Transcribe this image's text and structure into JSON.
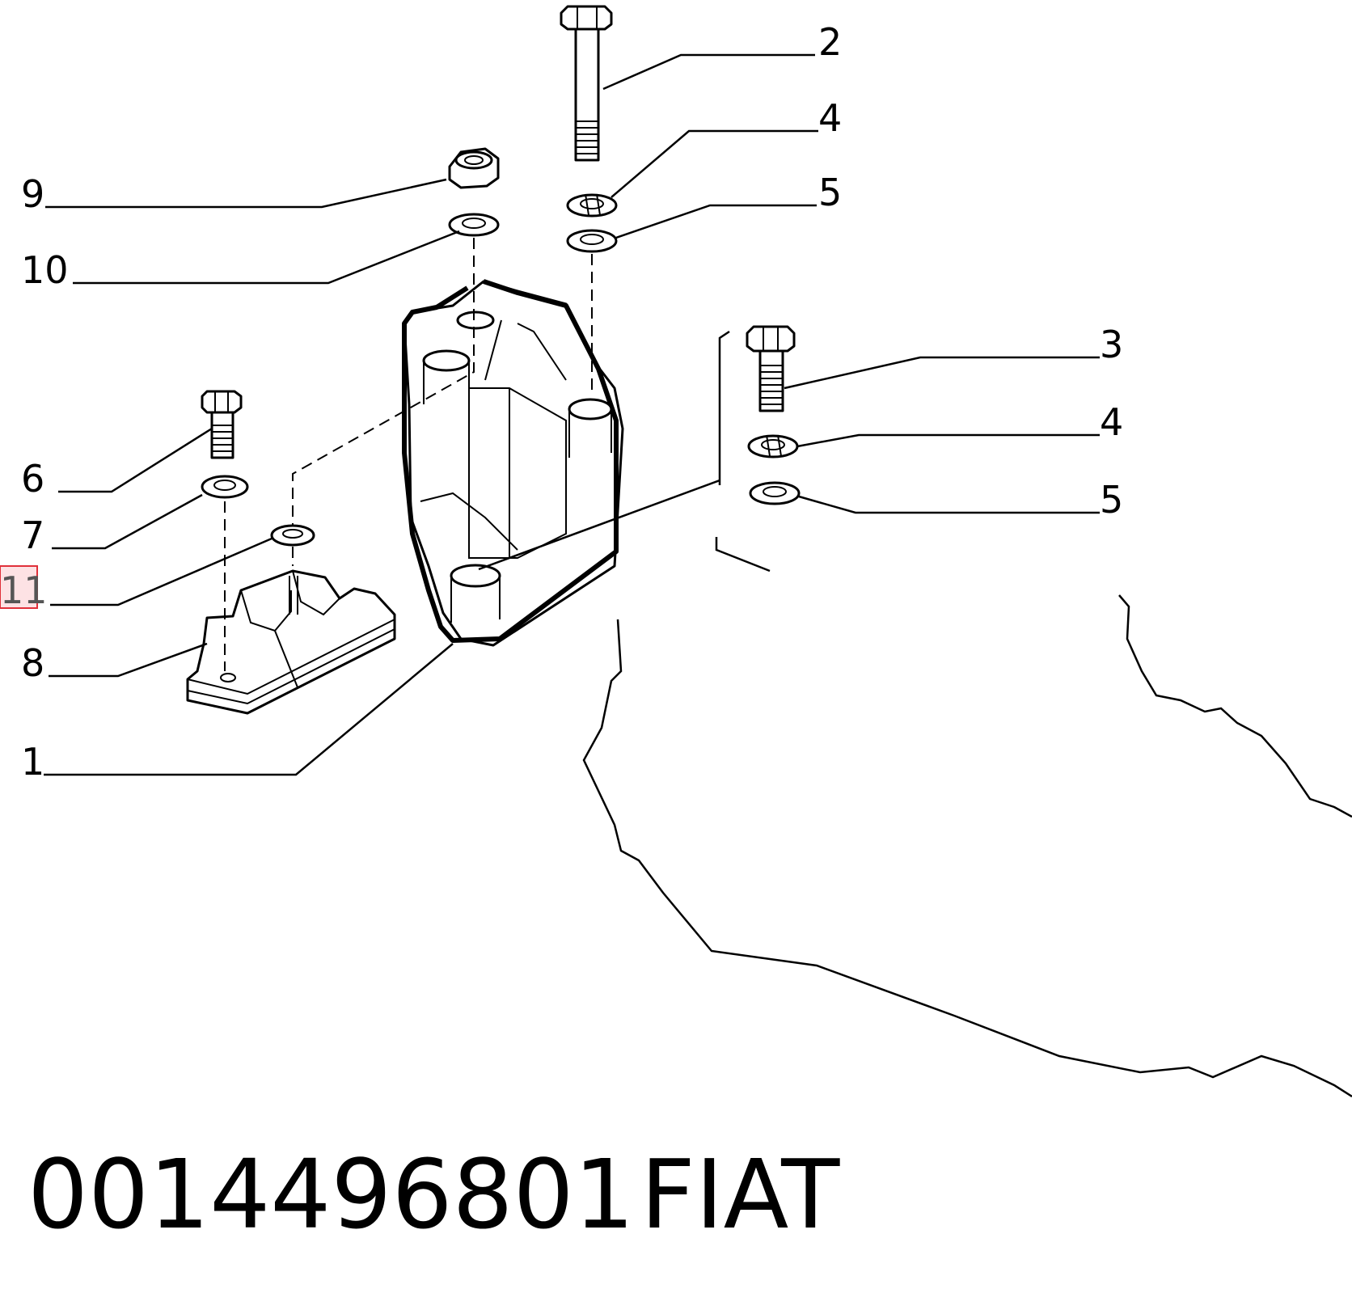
{
  "diagram": {
    "callouts": [
      {
        "id": "c2",
        "label": "2"
      },
      {
        "id": "c4a",
        "label": "4"
      },
      {
        "id": "c5a",
        "label": "5"
      },
      {
        "id": "c9",
        "label": "9"
      },
      {
        "id": "c10",
        "label": "10"
      },
      {
        "id": "c3",
        "label": "3"
      },
      {
        "id": "c4b",
        "label": "4"
      },
      {
        "id": "c5b",
        "label": "5"
      },
      {
        "id": "c6",
        "label": "6"
      },
      {
        "id": "c7",
        "label": "7"
      },
      {
        "id": "c11",
        "label": "11"
      },
      {
        "id": "c8",
        "label": "8"
      },
      {
        "id": "c1",
        "label": "1"
      }
    ]
  },
  "footer": {
    "part_number": "0014496801",
    "brand": "FIAT"
  },
  "colors": {
    "ink": "#000000",
    "background": "#ffffff",
    "highlight_fill": "#fde2e4",
    "highlight_stroke": "#e0303a"
  }
}
